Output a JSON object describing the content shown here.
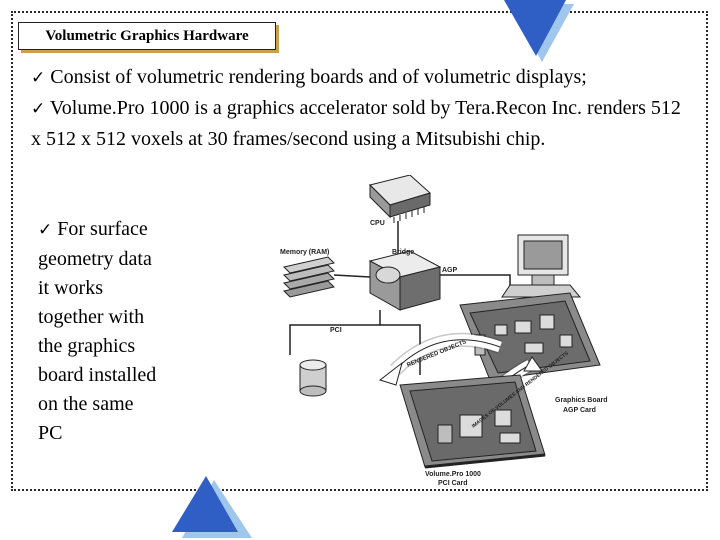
{
  "slide": {
    "title": "Volumetric Graphics Hardware",
    "bullet_mark": "✓",
    "bullets": [
      {
        "text": "Consist of volumetric rendering boards and of volumetric displays;"
      },
      {
        "text": "Volume.Pro 1000 is a graphics accelerator sold by Tera.Recon Inc. renders 512 x 512 x 512 voxels at 30 frames/second using a Mitsubishi chip."
      }
    ],
    "side_bullet": {
      "lines": [
        "For surface",
        "geometry data",
        "it works",
        "together with",
        "the graphics",
        "board installed",
        "on the same",
        "PC"
      ]
    }
  },
  "diagram": {
    "labels": {
      "cpu": "CPU",
      "memory": "Memory (RAM)",
      "bridge": "Bridge",
      "agp": "AGP",
      "pci": "PCI",
      "arrow_top": "RENDERED OBJECTS",
      "arrow_bottom": "IMAGES OF VOLUMES AND RENDERED OBJECTS",
      "graphics_board": "Graphics Board",
      "agp_card": "AGP Card",
      "volumepro": "Volume.Pro 1000",
      "pci_card": "PCI Card"
    }
  },
  "colors": {
    "triangle_fill": "#2f5fc4",
    "triangle_shadow": "#9fc7ee",
    "title_shadow": "#c8a14a"
  }
}
